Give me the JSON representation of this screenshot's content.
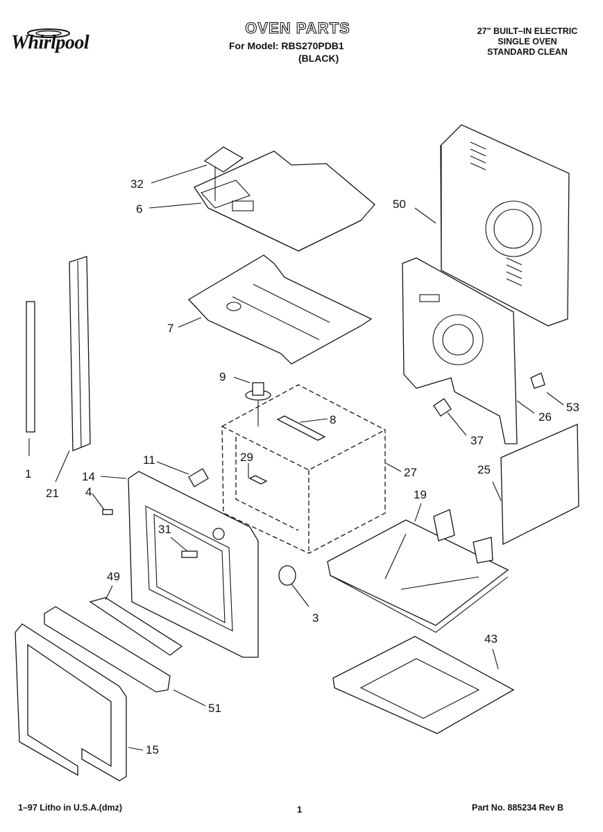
{
  "header": {
    "brand": "Whirlpool",
    "title": "OVEN PARTS",
    "model_line": "For Model: RBS270PDB1",
    "color_line": "(BLACK)",
    "description": [
      "27\" BUILT–IN ELECTRIC",
      "SINGLE OVEN",
      "STANDARD CLEAN"
    ]
  },
  "callouts": {
    "c32": "32",
    "c6": "6",
    "c50": "50",
    "c7": "7",
    "c9": "9",
    "c8": "8",
    "c1": "1",
    "c21": "21",
    "c14": "14",
    "c4": "4",
    "c11": "11",
    "c29": "29",
    "c27": "27",
    "c37": "37",
    "c26": "26",
    "c53": "53",
    "c25": "25",
    "c19": "19",
    "c31": "31",
    "c49": "49",
    "c3": "3",
    "c43": "43",
    "c51": "51",
    "c15": "15"
  },
  "footer": {
    "left": "1–97 Litho in U.S.A.(dmz)",
    "page": "1",
    "part_no": "Part No. 885234 Rev B"
  }
}
